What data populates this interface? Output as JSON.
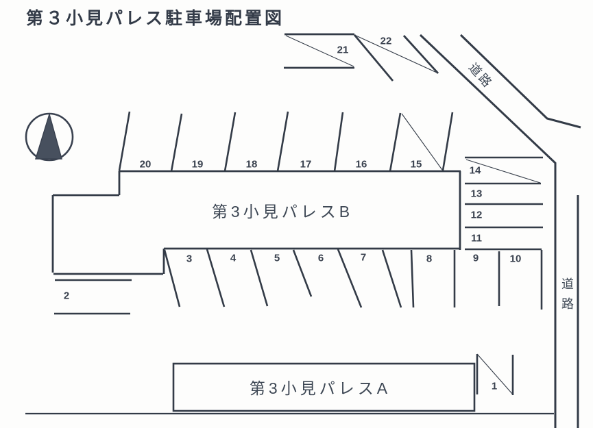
{
  "title": "第３小見パレス駐車場配置図",
  "buildings": {
    "b_label": "第3小見パレスB",
    "a_label": "第3小見パレスA"
  },
  "roads": {
    "top_label": "道路",
    "right_label": "道路"
  },
  "stalls": [
    "1",
    "2",
    "3",
    "4",
    "5",
    "6",
    "7",
    "8",
    "9",
    "10",
    "11",
    "12",
    "13",
    "14",
    "15",
    "16",
    "17",
    "18",
    "19",
    "20",
    "21",
    "22"
  ],
  "icons": {
    "compass": "north-arrow-icon"
  },
  "colors": {
    "ink": "#333b47",
    "label_text": "#39414e",
    "paper": "#fdfdfc",
    "compass_fill": "#47505e"
  }
}
